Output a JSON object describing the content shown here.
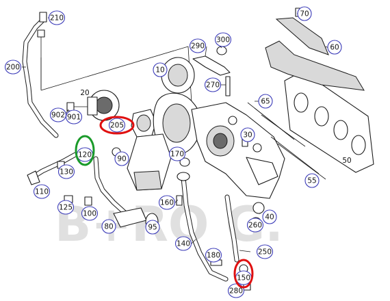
{
  "callouts": [
    {
      "id": "210",
      "label": "210"
    },
    {
      "id": "200",
      "label": "200"
    },
    {
      "id": "902",
      "label": "902"
    },
    {
      "id": "901",
      "label": "901"
    },
    {
      "id": "205",
      "label": "205"
    },
    {
      "id": "120",
      "label": "120"
    },
    {
      "id": "130",
      "label": "130"
    },
    {
      "id": "110",
      "label": "110"
    },
    {
      "id": "125",
      "label": "125"
    },
    {
      "id": "100",
      "label": "100"
    },
    {
      "id": "80",
      "label": "80"
    },
    {
      "id": "90",
      "label": "90"
    },
    {
      "id": "95",
      "label": "95"
    },
    {
      "id": "10",
      "label": "10"
    },
    {
      "id": "290",
      "label": "290"
    },
    {
      "id": "300",
      "label": "300"
    },
    {
      "id": "270",
      "label": "270"
    },
    {
      "id": "70",
      "label": "70"
    },
    {
      "id": "60",
      "label": "60"
    },
    {
      "id": "65",
      "label": "65"
    },
    {
      "id": "30",
      "label": "30"
    },
    {
      "id": "55",
      "label": "55"
    },
    {
      "id": "170",
      "label": "170"
    },
    {
      "id": "160",
      "label": "160"
    },
    {
      "id": "140",
      "label": "140"
    },
    {
      "id": "180",
      "label": "180"
    },
    {
      "id": "250",
      "label": "250"
    },
    {
      "id": "150",
      "label": "150"
    },
    {
      "id": "280",
      "label": "280"
    },
    {
      "id": "260",
      "label": "260"
    },
    {
      "id": "40",
      "label": "40"
    }
  ],
  "plain_labels": [
    {
      "id": "20",
      "label": "20"
    },
    {
      "id": "50",
      "label": "50"
    }
  ],
  "highlights": [
    {
      "id": "205",
      "color": "#e01010"
    },
    {
      "id": "150",
      "color": "#e01010"
    },
    {
      "id": "120",
      "color": "#1a9a2a"
    }
  ],
  "watermark": "B+RO  G.",
  "colors": {
    "callout_border": "#3b3bb8",
    "highlight_red": "#e01010",
    "highlight_green": "#1a9a2a"
  }
}
